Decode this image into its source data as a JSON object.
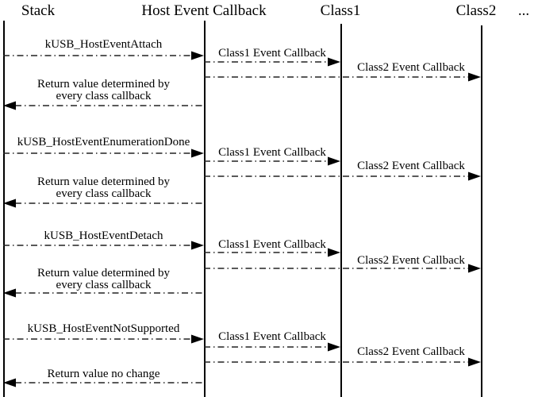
{
  "diagram": {
    "title_semantics": "USB Host event callback sequence",
    "columns": [
      {
        "label": "Stack"
      },
      {
        "label": "Host Event Callback"
      },
      {
        "label": "Class1"
      },
      {
        "label": "Class2"
      },
      {
        "label": "..."
      }
    ],
    "groups": [
      {
        "message": "kUSB_HostEventAttach",
        "class1_label": "Class1 Event Callback",
        "class2_label": "Class2 Event Callback",
        "return_line1": "Return value determined by",
        "return_line2": "every class callback"
      },
      {
        "message": "kUSB_HostEventEnumerationDone",
        "class1_label": "Class1 Event Callback",
        "class2_label": "Class2 Event Callback",
        "return_line1": "Return value determined by",
        "return_line2": "every class callback"
      },
      {
        "message": "kUSB_HostEventDetach",
        "class1_label": "Class1 Event Callback",
        "class2_label": "Class2 Event Callback",
        "return_line1": "Return value determined by",
        "return_line2": "every class callback"
      },
      {
        "message": "kUSB_HostEventNotSupported",
        "class1_label": "Class1 Event Callback",
        "class2_label": "Class2 Event Callback",
        "return_line1": "Return value no change",
        "return_line2": ""
      }
    ],
    "colors": {
      "line": "#222222",
      "arrowhead": "#000000",
      "text": "#000000",
      "background": "#ffffff"
    }
  }
}
